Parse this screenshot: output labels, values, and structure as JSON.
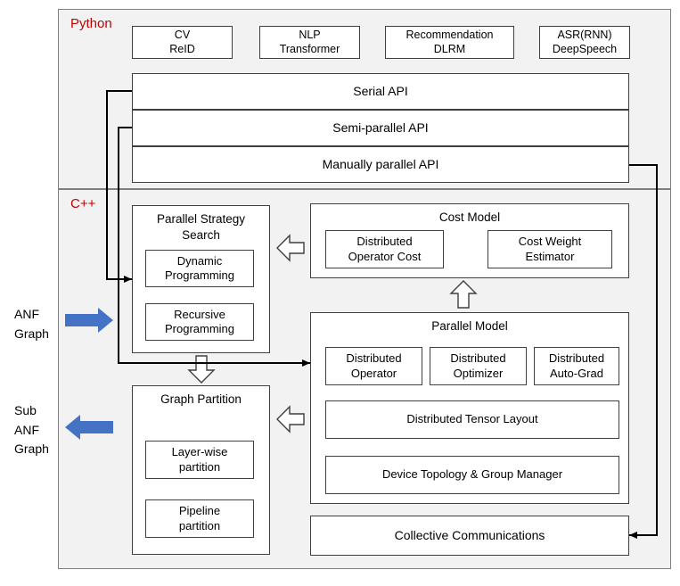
{
  "python": {
    "label": "Python",
    "apps": [
      {
        "text": "CV\nReID"
      },
      {
        "text": "NLP\nTransformer"
      },
      {
        "text": "Recommendation\nDLRM"
      },
      {
        "text": "ASR(RNN)\nDeepSpeech"
      }
    ],
    "apis": [
      {
        "text": "Serial API"
      },
      {
        "text": "Semi-parallel API"
      },
      {
        "text": "Manually parallel API"
      }
    ]
  },
  "cpp": {
    "label": "C++",
    "strategy_search": {
      "title": "Parallel Strategy\nSearch",
      "dynamic": "Dynamic\nProgramming",
      "recursive": "Recursive\nProgramming"
    },
    "cost_model": {
      "title": "Cost Model",
      "operator_cost": "Distributed\nOperator Cost",
      "weight_estimator": "Cost Weight\nEstimator"
    },
    "parallel_model": {
      "title": "Parallel Model",
      "operator": "Distributed\nOperator",
      "optimizer": "Distributed\nOptimizer",
      "autograd": "Distributed\nAuto-Grad",
      "tensor_layout": "Distributed Tensor Layout",
      "device_topology": "Device Topology & Group Manager"
    },
    "graph_partition": {
      "title": "Graph Partition",
      "layerwise": "Layer-wise\npartition",
      "pipeline": "Pipeline\npartition"
    },
    "collective": "Collective Communications"
  },
  "io": {
    "input_label": "ANF\nGraph",
    "output_label": "Sub\nANF\nGraph"
  },
  "colors": {
    "section_label_red": "#C00000",
    "flow_arrow_blue": "#4472C4",
    "section_bg": "#F2F2F2",
    "box_border": "#3F3F3F"
  }
}
